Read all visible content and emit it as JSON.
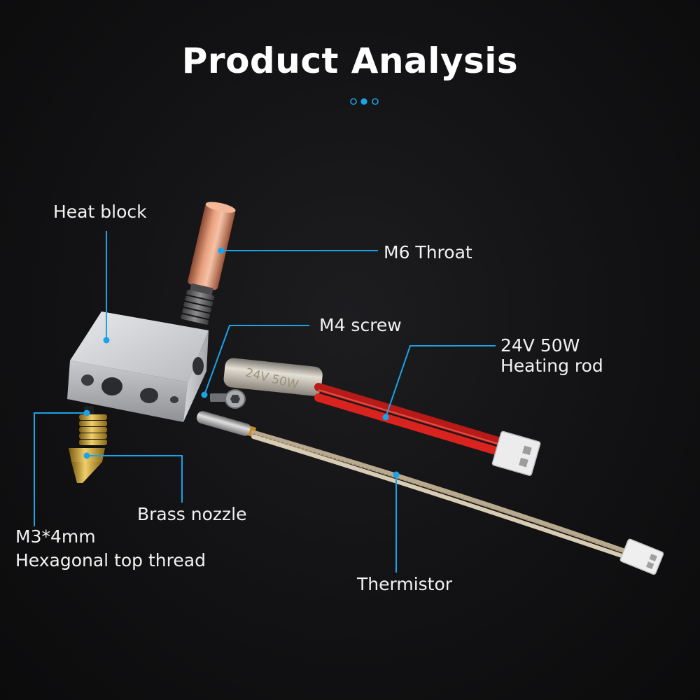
{
  "title": "Product Analysis",
  "accent_color": "#1aa3e8",
  "labels": {
    "heat_block": "Heat block",
    "m6_throat": "M6 Throat",
    "m4_screw": "M4 screw",
    "heating_rod_line1": "24V 50W",
    "heating_rod_line2": "Heating rod",
    "brass_nozzle": "Brass nozzle",
    "thread_line1": "M3*4mm",
    "thread_line2": "Hexagonal top thread",
    "thermistor": "Thermistor"
  },
  "heating_rod_print": "24V 50W"
}
